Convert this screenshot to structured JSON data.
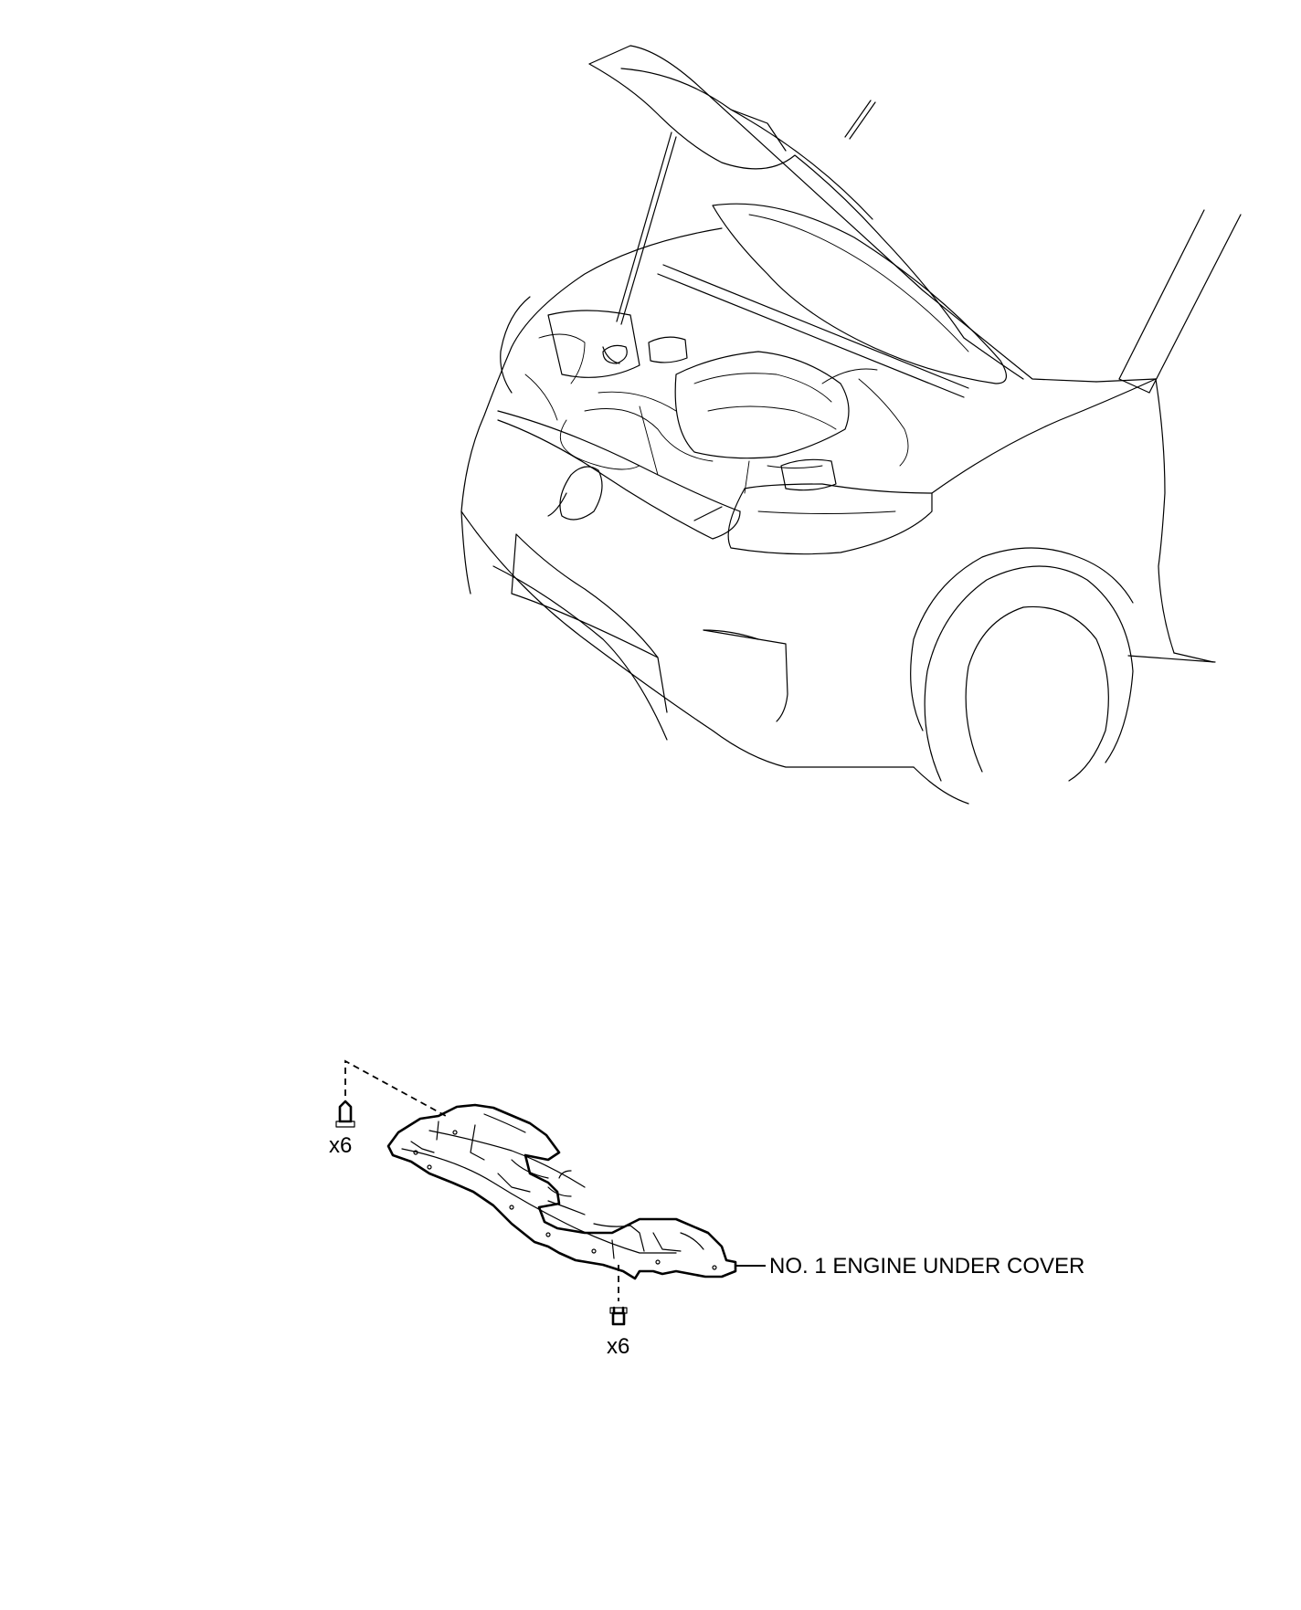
{
  "part_label": "NO. 1 ENGINE UNDER COVER",
  "fasteners": {
    "upper_qty": "x6",
    "lower_qty": "x6"
  },
  "line_color": "#000000",
  "background_color": "#ffffff"
}
